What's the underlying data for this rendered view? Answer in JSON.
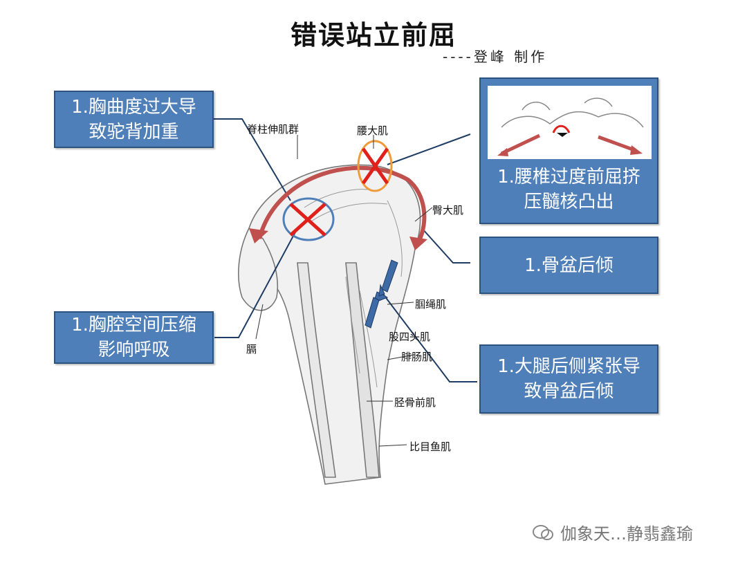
{
  "title": "错误站立前屈",
  "subtitle": "----登峰 制作",
  "callouts": {
    "chest_curve": "1.胸曲度过大导\n致驼背加重",
    "chest_cavity": "1.胸腔空间压缩\n影响呼吸",
    "lumbar": "1.腰椎过度前屈挤\n压髓核凸出",
    "pelvis": "1.骨盆后倾",
    "hamstring": "1.大腿后侧紧张导\n致骨盆后倾"
  },
  "muscles": {
    "erector": "脊柱伸肌群",
    "psoas": "腰大肌",
    "glute": "臀大肌",
    "hamstring": "腘绳肌",
    "quad": "股四头肌",
    "diaphragm": "膈",
    "gastrocnemius": "腓肠肌",
    "tibialis": "胫骨前肌",
    "soleus": "比目鱼肌"
  },
  "watermark": "伽象天…静翡鑫瑜",
  "colors": {
    "callout_fill": "#4f7fb8",
    "callout_border": "#2c527f",
    "arrow_red": "#c0504d",
    "cross_red": "#e0201a",
    "ellipse_blue": "#4f7fb8",
    "ellipse_orange": "#f09a3a"
  }
}
